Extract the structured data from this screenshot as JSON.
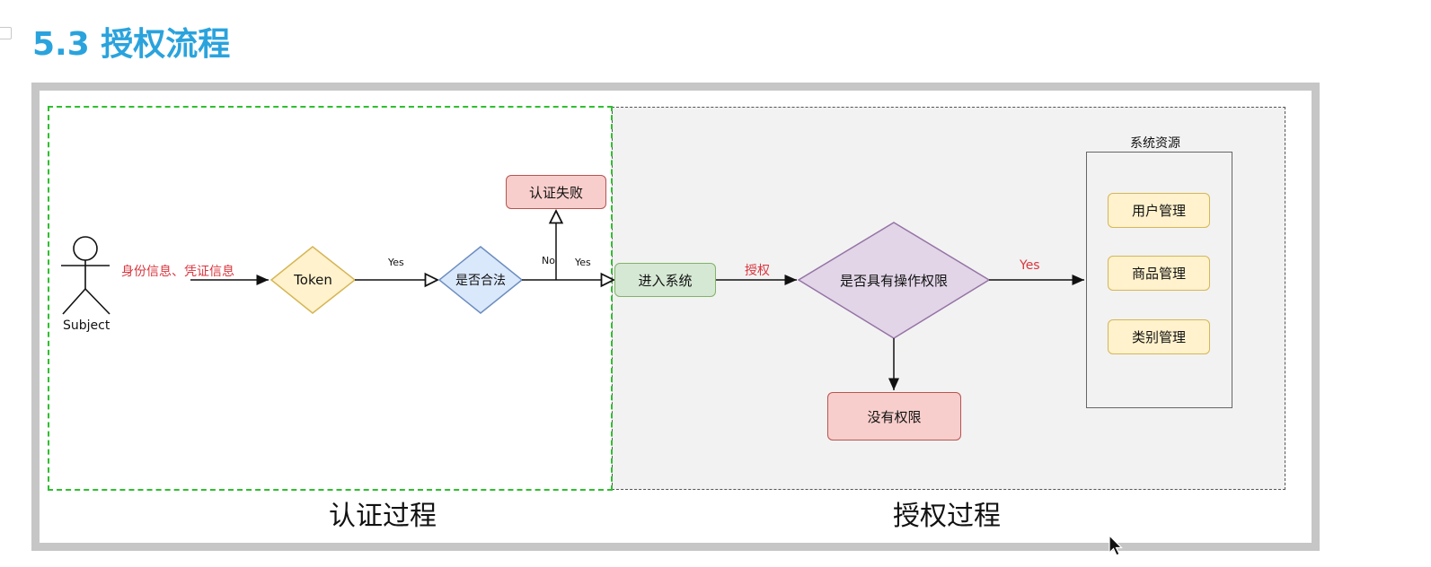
{
  "header": {
    "title": "5.3 授权流程"
  },
  "regions": {
    "authentication_caption": "认证过程",
    "authorization_caption": "授权过程"
  },
  "actor": {
    "label": "Subject"
  },
  "edges": {
    "identity_label": "身份信息、凭证信息",
    "token_to_valid_label": "Yes",
    "invalid_label": "No",
    "valid_label": "Yes",
    "authorize_label": "授权",
    "has_permission_label": "Yes"
  },
  "nodes": {
    "token": "Token",
    "is_valid": "是否合法",
    "auth_failed": "认证失败",
    "enter_system": "进入系统",
    "has_permission": "是否具有操作权限",
    "no_permission": "没有权限"
  },
  "resources": {
    "title": "系统资源",
    "items": [
      "用户管理",
      "商品管理",
      "类别管理"
    ]
  },
  "colors": {
    "title_blue": "#2aa3dd",
    "authn_border_green": "#2fbf2f",
    "edge_label_red": "#d9363e",
    "token_fill": "#fff2cc",
    "valid_fill": "#dae8fc",
    "permission_fill": "#e1d5e7"
  }
}
